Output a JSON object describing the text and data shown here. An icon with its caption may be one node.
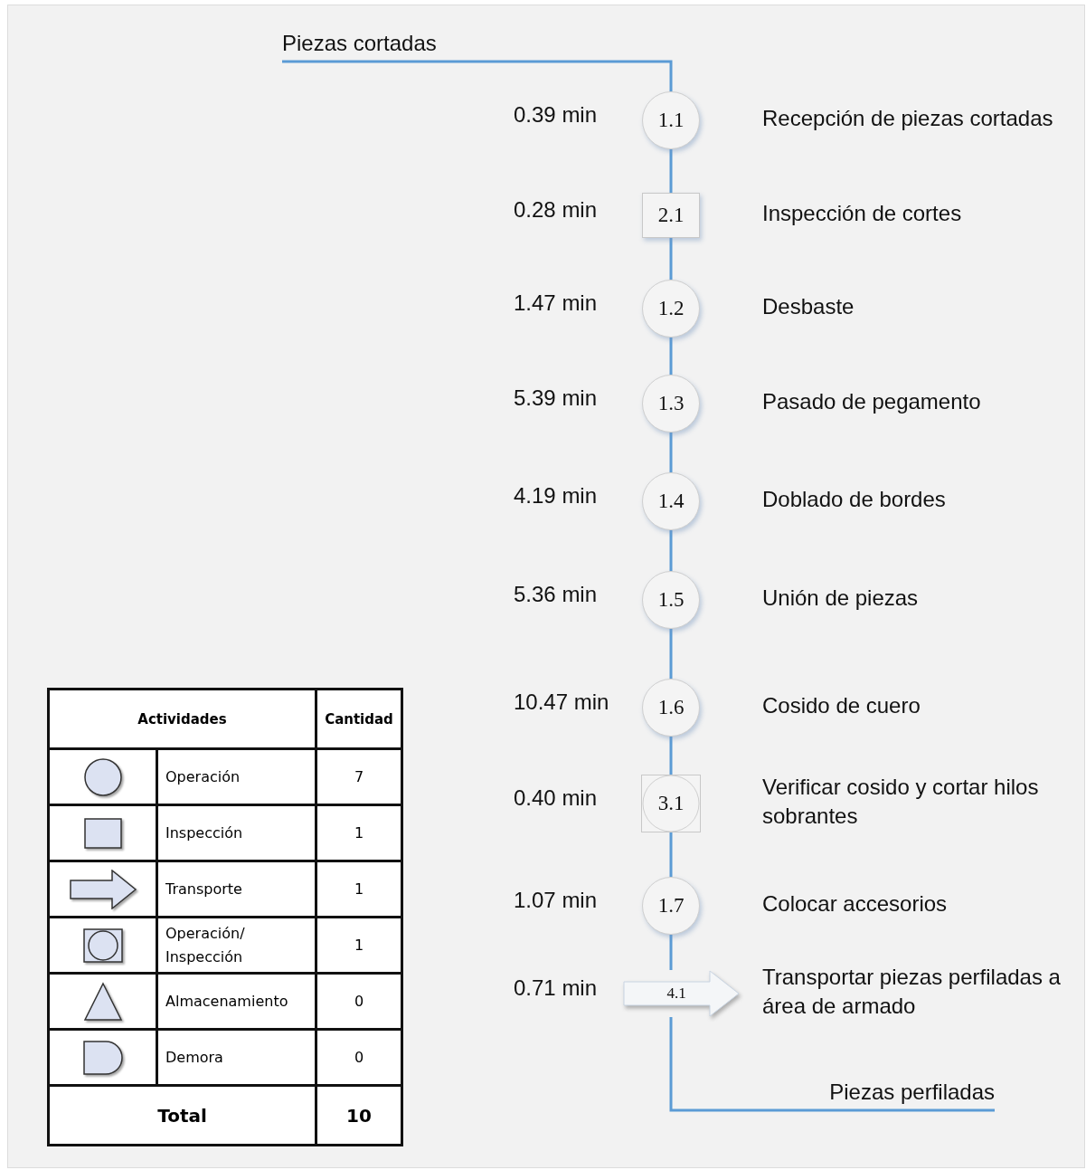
{
  "diagram": {
    "nodes": [
      {
        "text": [
          "Piezas cortadas"
        ]
      },
      {
        "text": [
          "1.1"
        ],
        "beside": [
          "0.39 min",
          "Recepción de piezas cortadas"
        ]
      },
      {
        "text": [
          "2.1"
        ],
        "beside": [
          "0.28 min",
          "Inspección de cortes"
        ]
      },
      {
        "text": [
          "1.2"
        ],
        "beside": [
          "1.47 min",
          "Desbaste"
        ]
      },
      {
        "text": [
          "1.3"
        ],
        "beside": [
          "5.39 min",
          "Pasado de pegamento"
        ]
      },
      {
        "text": [
          "1.4"
        ],
        "beside": [
          "4.19 min",
          "Doblado de bordes"
        ]
      },
      {
        "text": [
          "1.5"
        ],
        "beside": [
          "5.36 min",
          "Unión de piezas"
        ]
      },
      {
        "text": [
          "1.6"
        ],
        "beside": [
          "10.47 min",
          "Cosido de cuero"
        ]
      },
      {
        "text": [
          "3.1"
        ],
        "beside": [
          "0.40 min",
          "Verificar cosido y cortar hilos sobrantes"
        ]
      },
      {
        "text": [
          "1.7"
        ],
        "beside": [
          "1.07 min",
          "Colocar accesorios"
        ]
      },
      {
        "text": [
          "4.1"
        ],
        "beside": [
          "0.71 min",
          "Transportar piezas perfiladas a área de armado"
        ]
      },
      {
        "text": [
          "Piezas perfiladas"
        ]
      }
    ],
    "edges": [
      {
        "from": 0,
        "to": 1,
        "arrow": "none"
      },
      {
        "from": 1,
        "to": 2,
        "arrow": "none"
      },
      {
        "from": 2,
        "to": 3,
        "arrow": "none"
      },
      {
        "from": 3,
        "to": 4,
        "arrow": "none"
      },
      {
        "from": 4,
        "to": 5,
        "arrow": "none"
      },
      {
        "from": 5,
        "to": 6,
        "arrow": "none"
      },
      {
        "from": 6,
        "to": 7,
        "arrow": "none"
      },
      {
        "from": 7,
        "to": 8,
        "arrow": "none"
      },
      {
        "from": 8,
        "to": 9,
        "arrow": "none"
      },
      {
        "from": 9,
        "to": 10,
        "arrow": "none"
      },
      {
        "from": 10,
        "to": 11,
        "arrow": "none"
      }
    ],
    "labels": [
      "Actividades",
      "Cantidad",
      "Operación",
      "7",
      "Inspección",
      "1",
      "Transporte",
      "1",
      "Operación/ Inspección",
      "1",
      "Almacenamiento",
      "0",
      "Demora",
      "0",
      "Total",
      "10"
    ]
  }
}
